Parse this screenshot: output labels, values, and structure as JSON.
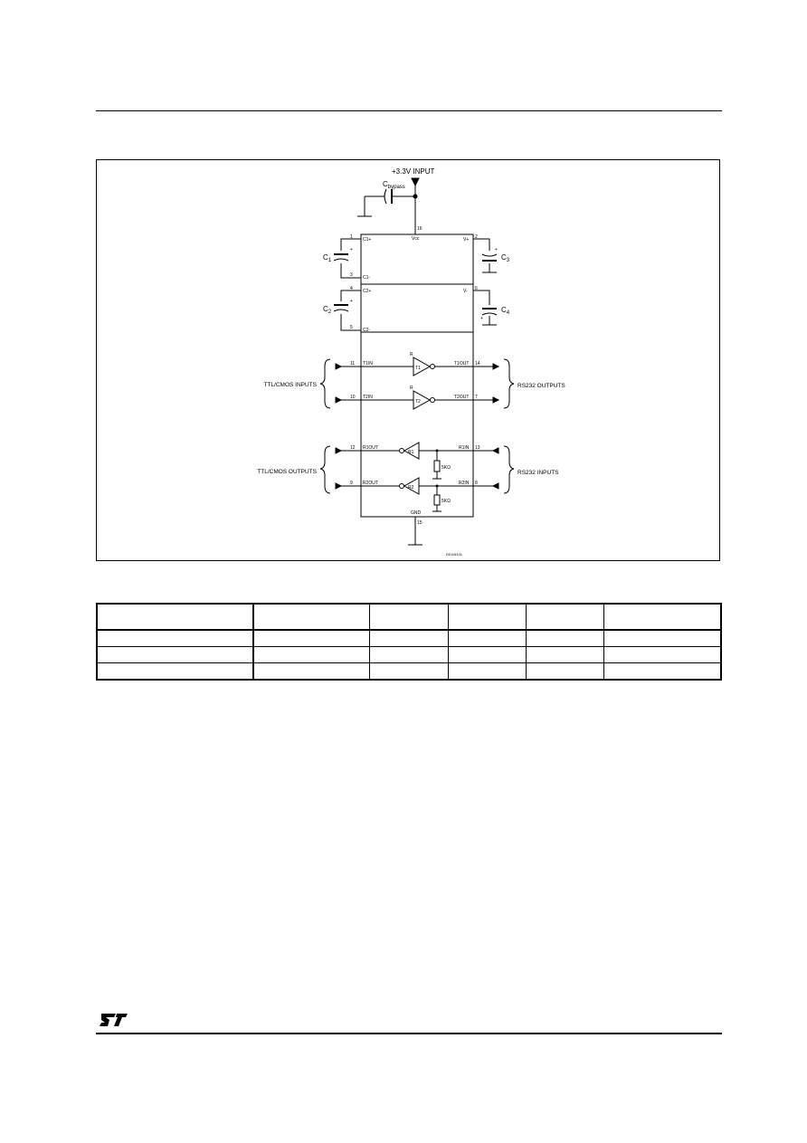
{
  "schematic": {
    "supply_label": "+3.3V INPUT",
    "bypass_cap": {
      "main": "C",
      "sub": "bypass"
    },
    "capacitors": [
      {
        "main": "C",
        "sub": "1"
      },
      {
        "main": "C",
        "sub": "2"
      },
      {
        "main": "C",
        "sub": "3"
      },
      {
        "main": "C",
        "sub": "4"
      }
    ],
    "pin_labels": {
      "vcc": "Vcc",
      "c1p": "C1+",
      "c1m": "C1-",
      "vplus": "V+",
      "c2p": "C2+",
      "c2m": "C2-",
      "vminus": "V-",
      "t1in": "T1IN",
      "t2in": "T2IN",
      "t1out": "T1OUT",
      "t2out": "T2OUT",
      "r1out": "R1OUT",
      "r2out": "R2OUT",
      "r1in": "R1IN",
      "r2in": "R2IN",
      "gnd": "GND"
    },
    "pin_numbers": {
      "vcc": "16",
      "c1p": "1",
      "c1m": "3",
      "vplus": "2",
      "c2p": "4",
      "c2m": "5",
      "vminus": "6",
      "t1in": "11",
      "t2in": "10",
      "t1out": "14",
      "t2out": "7",
      "r1out": "12",
      "r2out": "9",
      "r1in": "13",
      "r2in": "8",
      "gnd": "15"
    },
    "buffers": {
      "t1": "T1",
      "t2": "T2",
      "r1": "R1",
      "r2": "R2"
    },
    "resistor_labels": [
      "5KΩ",
      "5KΩ"
    ],
    "group_labels": {
      "ttl_inputs": "TTL/CMOS INPUTS",
      "ttl_outputs": "TTL/CMOS OUTPUTS",
      "rs232_outputs": "RS232 OUTPUTS",
      "rs232_inputs": "RS232 INPUTS"
    },
    "figure_code": "D01IN101"
  },
  "table": {
    "columns": 6,
    "rows": 4
  },
  "logo": {
    "text": "ST"
  }
}
